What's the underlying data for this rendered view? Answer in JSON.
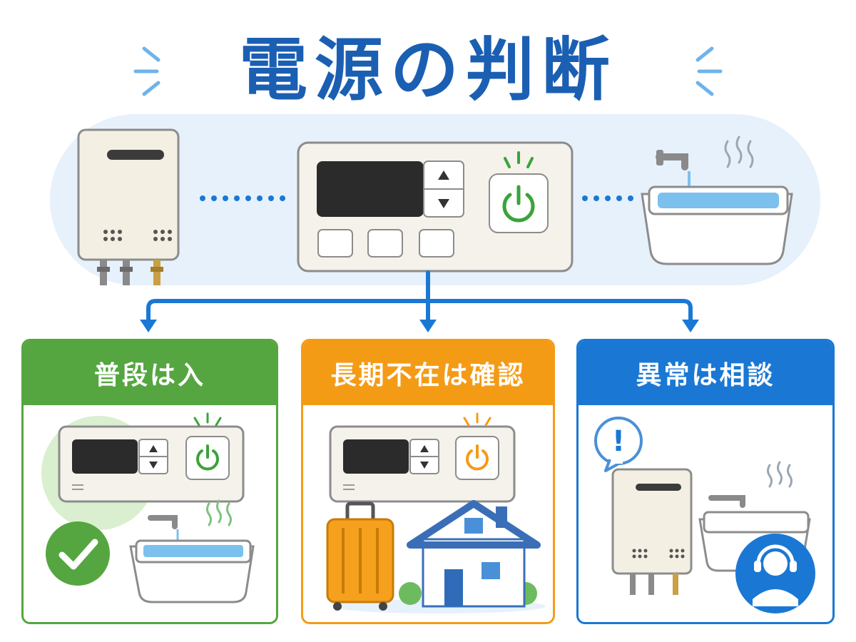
{
  "title": "電源の判断",
  "columns": [
    {
      "heading": "普段は入",
      "color": "#55a640"
    },
    {
      "heading": "長期不在は確認",
      "color": "#f49b16"
    },
    {
      "heading": "異常は相談",
      "color": "#1a78d4"
    }
  ],
  "alert_mark": "!",
  "colors": {
    "title": "#1b5fb3",
    "connector": "#1a78d4",
    "power_on": "#3aa33a",
    "power_check": "#f49b16",
    "water": "#7cc0ee"
  },
  "icons": [
    "water-heater-icon",
    "remote-controller-icon",
    "power-button-icon",
    "bathtub-icon",
    "faucet-icon",
    "checkmark-icon",
    "suitcase-icon",
    "house-icon",
    "alert-bubble-icon",
    "support-headset-icon"
  ]
}
